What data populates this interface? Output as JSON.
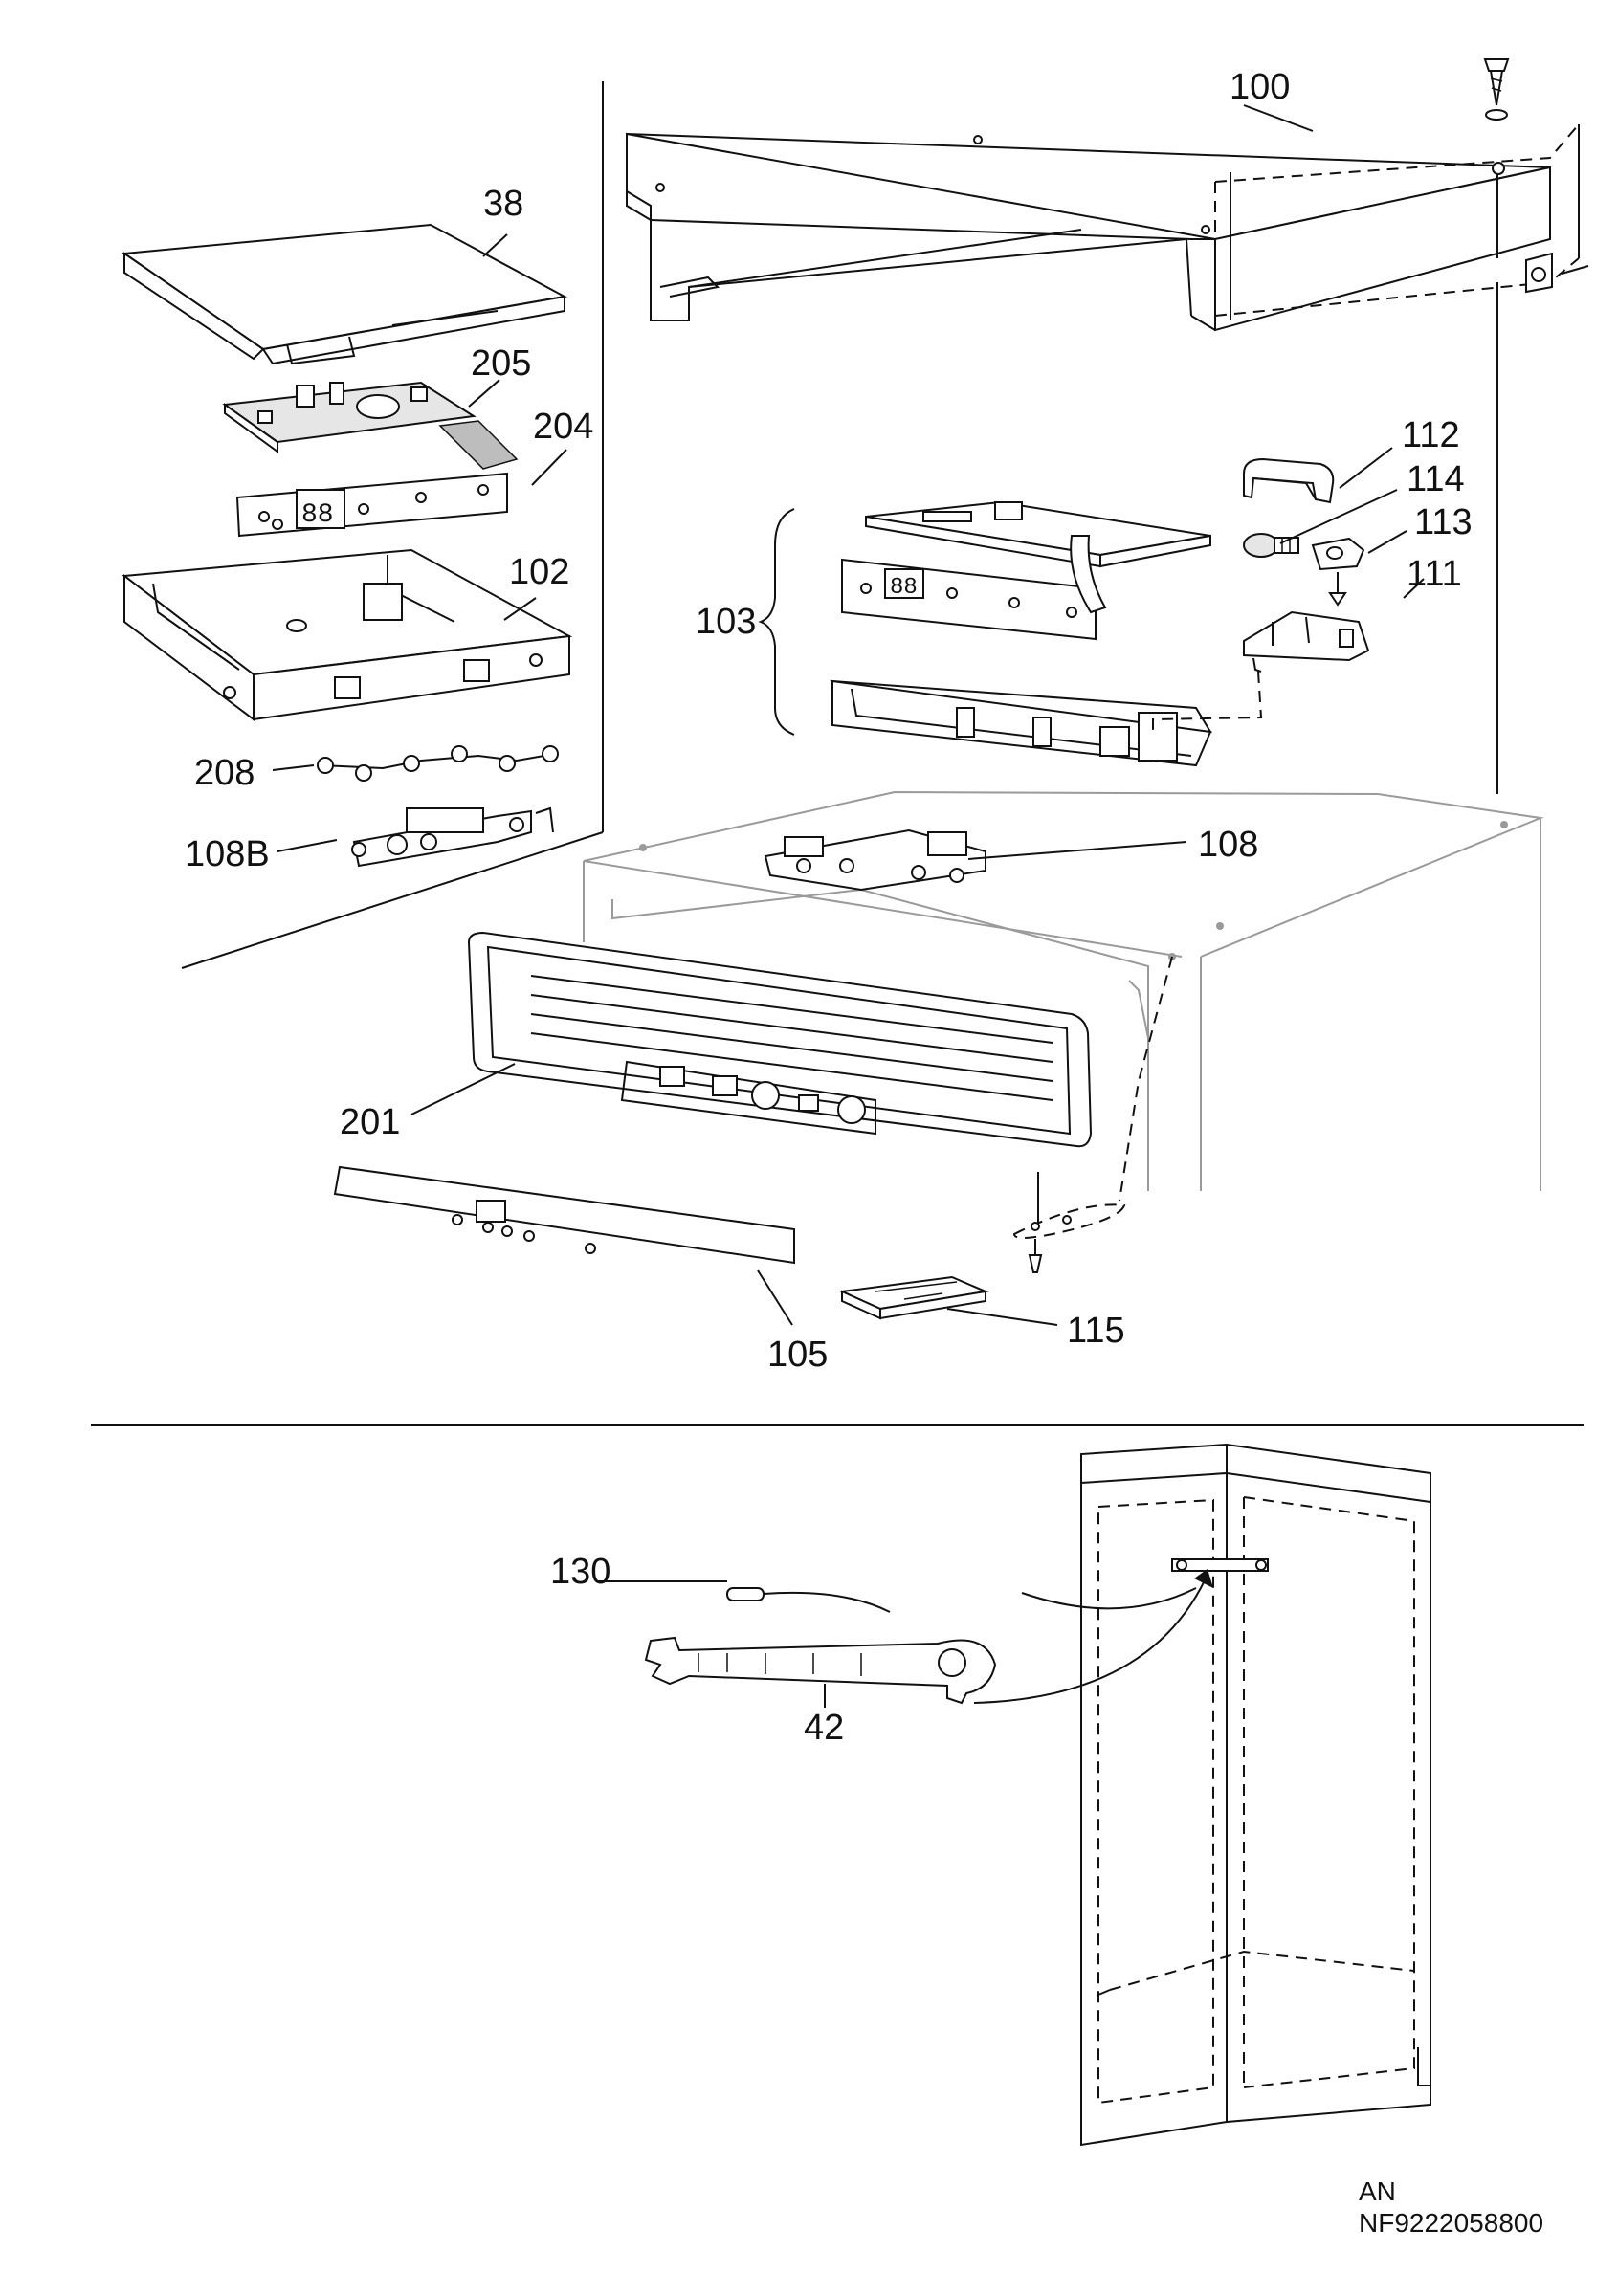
{
  "diagram": {
    "labels": {
      "p100": "100",
      "p38": "38",
      "p205": "205",
      "p204": "204",
      "p102": "102",
      "p208": "208",
      "p108B": "108B",
      "p112": "112",
      "p114": "114",
      "p113": "113",
      "p111": "111",
      "p103": "103",
      "p108": "108",
      "p201": "201",
      "p105": "105",
      "p115": "115",
      "p130": "130",
      "p42": "42"
    },
    "footer": {
      "line1": "AN",
      "line2": "NF9222058800"
    }
  }
}
